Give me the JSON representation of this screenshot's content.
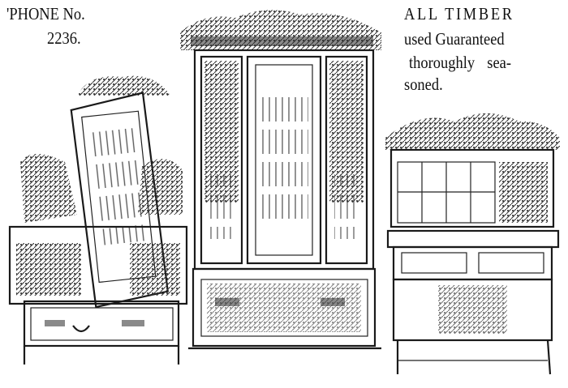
{
  "advert": {
    "phone_label": "'PHONE No.",
    "phone_number": "2236.",
    "timber_line1": "ALL TIMBER",
    "timber_line2": "used Guaranteed",
    "timber_line3": "thoroughly sea-",
    "timber_line4": "soned."
  },
  "illustrations": [
    "dressing-table-with-mirror",
    "wardrobe",
    "sideboard"
  ]
}
